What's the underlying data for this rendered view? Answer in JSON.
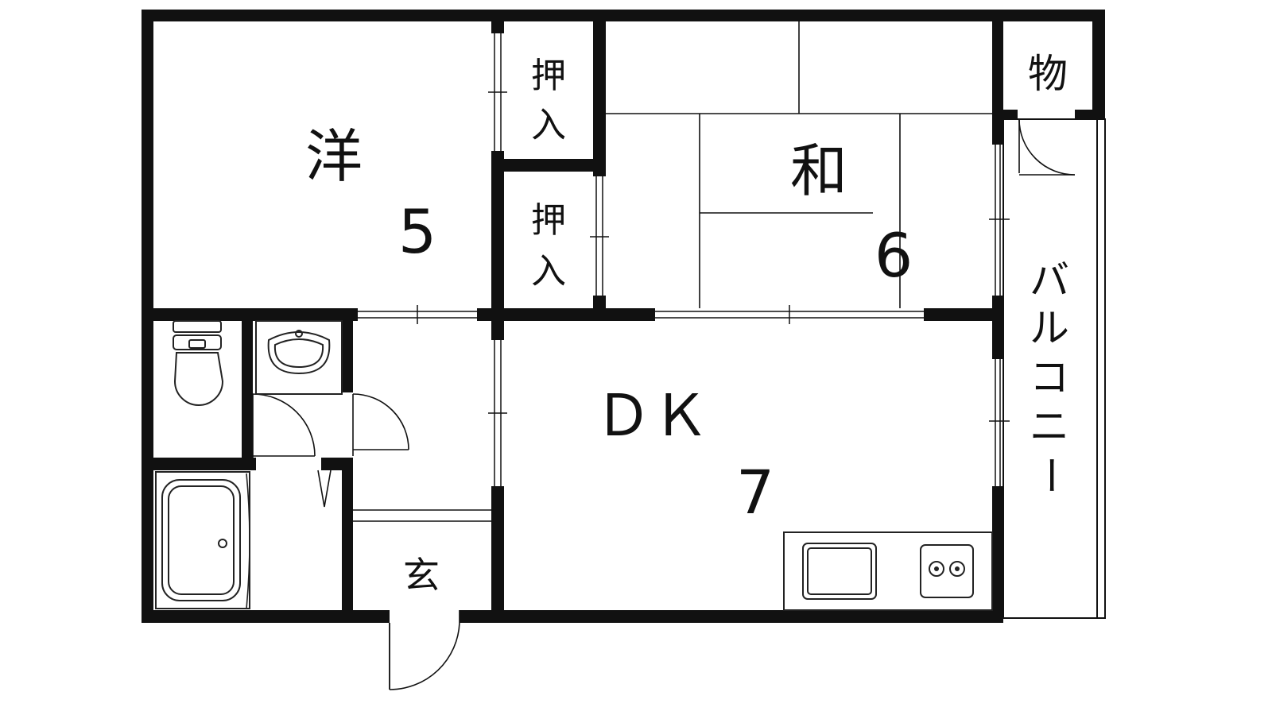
{
  "rooms": {
    "western": {
      "name": "洋",
      "size": "5"
    },
    "japanese": {
      "name": "和",
      "size": "6"
    },
    "dk": {
      "name": "ＤＫ",
      "size": "7"
    }
  },
  "closets": {
    "upper": [
      "押",
      "入"
    ],
    "lower": [
      "押",
      "入"
    ]
  },
  "storage": "物",
  "entrance": "玄",
  "balcony": [
    "バ",
    "ル",
    "コ",
    "ニ",
    "ー"
  ]
}
